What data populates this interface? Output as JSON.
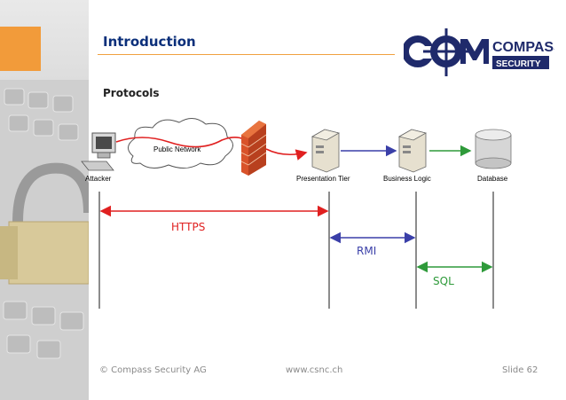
{
  "slide": {
    "title": "Introduction",
    "subtitle": "Protocols"
  },
  "logo": {
    "text_main": "COMPASS",
    "text_sub": "SECURITY"
  },
  "nodes": {
    "attacker": "Attacker",
    "cloud": "Public Network",
    "presentation": "Presentation Tier",
    "business": "Business Logic",
    "database": "Database"
  },
  "protocols": {
    "https": "HTTPS",
    "rmi": "RMI",
    "sql": "SQL"
  },
  "colors": {
    "https": "#e02020",
    "rmi": "#3a3fa8",
    "sql": "#2e9a3a",
    "title": "#0b2f7a",
    "accent": "#f29b3a"
  },
  "footer": {
    "company": "© Compass Security AG",
    "url": "www.csnc.ch",
    "slide": "Slide 62"
  }
}
